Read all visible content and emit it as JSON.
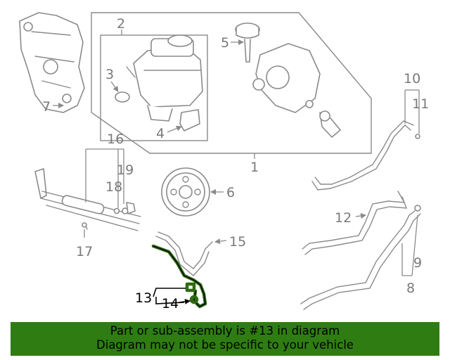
{
  "diagram": {
    "labels": {
      "l1": "1",
      "l2": "2",
      "l3": "3",
      "l4": "4",
      "l5": "5",
      "l6": "6",
      "l7": "7",
      "l8": "8",
      "l9": "9",
      "l10": "10",
      "l11": "11",
      "l12": "12",
      "l13": "13",
      "l14": "14",
      "l15": "15",
      "l16": "16",
      "l17": "17",
      "l18": "18",
      "l19": "19"
    },
    "highlight_part": "13",
    "colors": {
      "highlight": "#2e6b12",
      "banner": "#2f7d12",
      "line": "#8a8a8a"
    }
  },
  "banner": {
    "line1": "Part or sub-assembly is #13 in diagram",
    "line2": "Diagram may not be specific to your vehicle"
  }
}
